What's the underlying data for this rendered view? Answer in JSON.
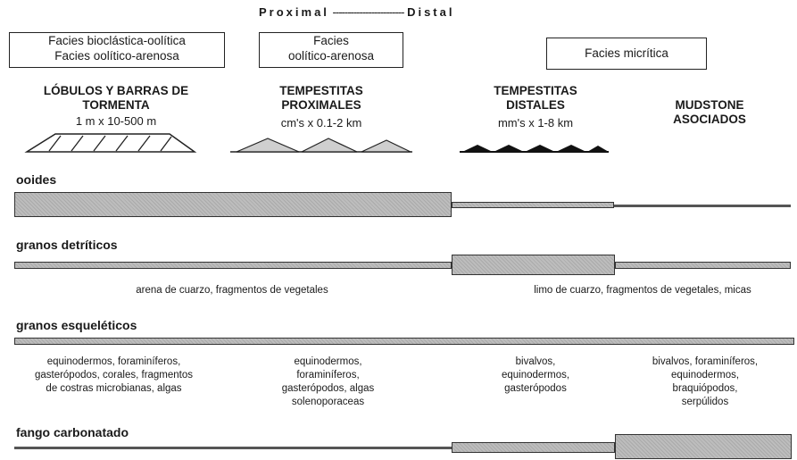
{
  "axis": {
    "proximal": "Proximal",
    "dashes": "------------------------",
    "distal": "Distal"
  },
  "facies_boxes": [
    {
      "lines": [
        "Facies bioclástica-oolítica",
        "Facies oolítico-arenosa"
      ]
    },
    {
      "lines": [
        "Facies",
        "oolítico-arenosa"
      ]
    },
    {
      "lines": [
        "Facies micrítica"
      ]
    }
  ],
  "columns": [
    {
      "heading": [
        "LÓBULOS Y BARRAS DE",
        "TORMENTA"
      ],
      "dims": "1 m x 10-500 m"
    },
    {
      "heading": [
        "TEMPESTITAS",
        "PROXIMALES"
      ],
      "dims": "cm's x 0.1-2 km"
    },
    {
      "heading": [
        "TEMPESTITAS",
        "DISTALES"
      ],
      "dims": "mm's x 1-8 km"
    },
    {
      "heading": [
        "MUDSTONE",
        "ASOCIADOS"
      ],
      "dims": ""
    }
  ],
  "rows": {
    "ooides": {
      "label": "ooides"
    },
    "detriticos": {
      "label": "granos detríticos",
      "note_left": "arena de cuarzo, fragmentos de vegetales",
      "note_right": "limo de cuarzo, fragmentos de vegetales, micas"
    },
    "esqueleticos": {
      "label": "granos esqueléticos",
      "col1": [
        "equinodermos, foraminíferos,",
        "gasterópodos, corales, fragmentos",
        "de costras microbianas, algas"
      ],
      "col2": [
        "equinodermos,",
        "foraminíferos,",
        "gasterópodos, algas",
        "solenoporaceas"
      ],
      "col3": [
        "bivalvos,",
        "equinodermos,",
        "gasterópodos"
      ],
      "col4": [
        "bivalvos, foraminíferos,",
        "equinodermos,",
        "braquiópodos,",
        "serpúlidos"
      ]
    },
    "fango": {
      "label": "fango carbonatado"
    }
  },
  "colors": {
    "bar_fill": "#bdbdbd",
    "line": "#555555",
    "shade_light": "#cfcfcf",
    "shade_dark": "#111111"
  }
}
